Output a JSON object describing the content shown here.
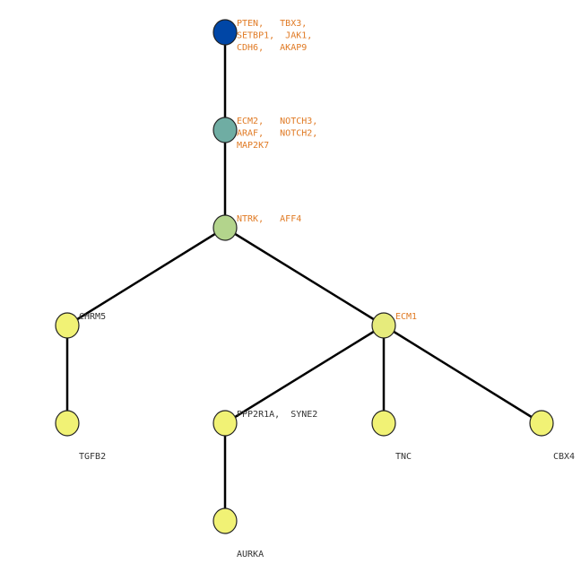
{
  "colors": {
    "highlight_label": "#e07a24",
    "plain_label": "#333333",
    "edge": "#000000"
  },
  "nodes": [
    {
      "id": "n0",
      "fill": "#0046a6",
      "label_color": "#e07a24",
      "lines": [
        "PTEN,   TBX3,",
        "SETBP1,  JAK1,",
        "CDH6,   AKAP9"
      ]
    },
    {
      "id": "n1",
      "fill": "#6fada3",
      "label_color": "#e07a24",
      "lines": [
        "ECM2,   NOTCH3,",
        "ARAF,   NOTCH2,",
        "MAP2K7"
      ]
    },
    {
      "id": "n2",
      "fill": "#b3d48c",
      "label_color": "#e07a24",
      "lines": [
        "NTRK,   AFF4"
      ]
    },
    {
      "id": "n3",
      "fill": "#f1f275",
      "label_color": "#333333",
      "lines": [
        "CHRM5"
      ]
    },
    {
      "id": "n4",
      "fill": "#e6eb7c",
      "label_color": "#e07a24",
      "lines": [
        "ECM1"
      ]
    },
    {
      "id": "n5",
      "fill": "#f1f275",
      "label_color": "#333333",
      "lines": [
        "TGFB2"
      ]
    },
    {
      "id": "n6",
      "fill": "#f1f275",
      "label_color": "#333333",
      "lines": [
        "PPP2R1A,  SYNE2"
      ]
    },
    {
      "id": "n7",
      "fill": "#f1f275",
      "label_color": "#333333",
      "lines": [
        "TNC"
      ]
    },
    {
      "id": "n8",
      "fill": "#f1f275",
      "label_color": "#333333",
      "lines": [
        "CBX4"
      ]
    },
    {
      "id": "n9",
      "fill": "#f1f275",
      "label_color": "#333333",
      "lines": [
        "AURKA"
      ]
    }
  ],
  "edges": [
    [
      "n0",
      "n1"
    ],
    [
      "n1",
      "n2"
    ],
    [
      "n2",
      "n3"
    ],
    [
      "n2",
      "n4"
    ],
    [
      "n3",
      "n5"
    ],
    [
      "n4",
      "n6"
    ],
    [
      "n4",
      "n7"
    ],
    [
      "n4",
      "n8"
    ],
    [
      "n6",
      "n9"
    ]
  ]
}
